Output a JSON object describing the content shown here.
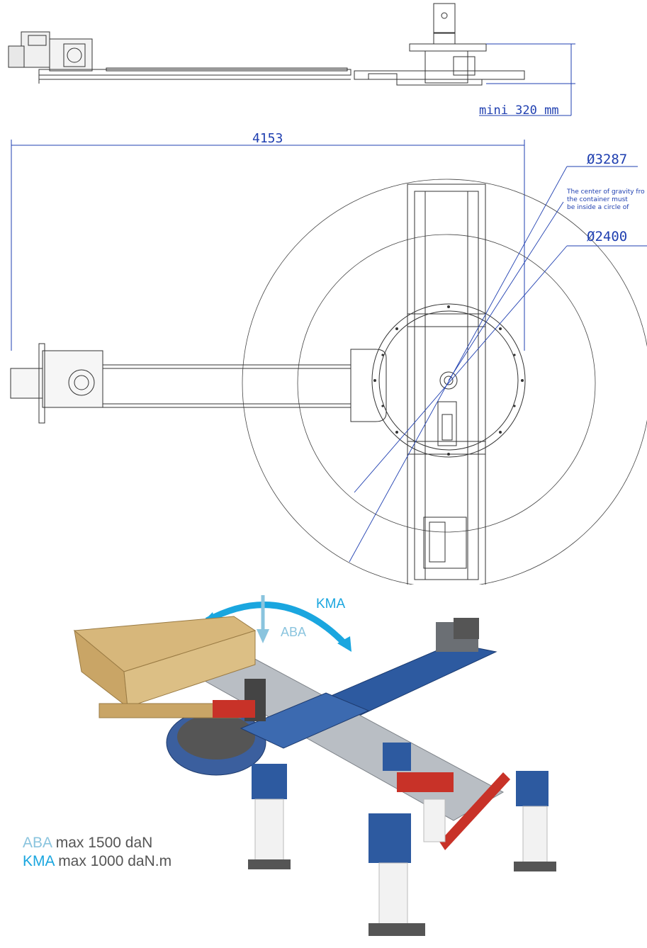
{
  "side_view": {
    "dim_height_label": "mini 320 mm"
  },
  "top_view": {
    "dim_length_label": "4153",
    "dim_outer_circle_label": "Ø3287",
    "dim_inner_circle_label": "Ø2400",
    "note_lines": [
      "The center of gravity fro",
      "the container must",
      "be inside a circle of"
    ]
  },
  "photo": {
    "kma_arrow_label": "KMA",
    "aba_arrow_label": "ABA",
    "legend": [
      {
        "name": "ABA",
        "text": " max 1500 daN"
      },
      {
        "name": "KMA",
        "text": " max 1000 daN.m"
      }
    ]
  },
  "colors": {
    "line": "#333333",
    "dimension": "#1f3fb0",
    "aba": "#8ac4de",
    "kma": "#1aa6df",
    "frame_blue": "#2d5aa0",
    "aluminium": "#b9bec4",
    "wood": "#d7b77b",
    "red": "#c83228"
  }
}
